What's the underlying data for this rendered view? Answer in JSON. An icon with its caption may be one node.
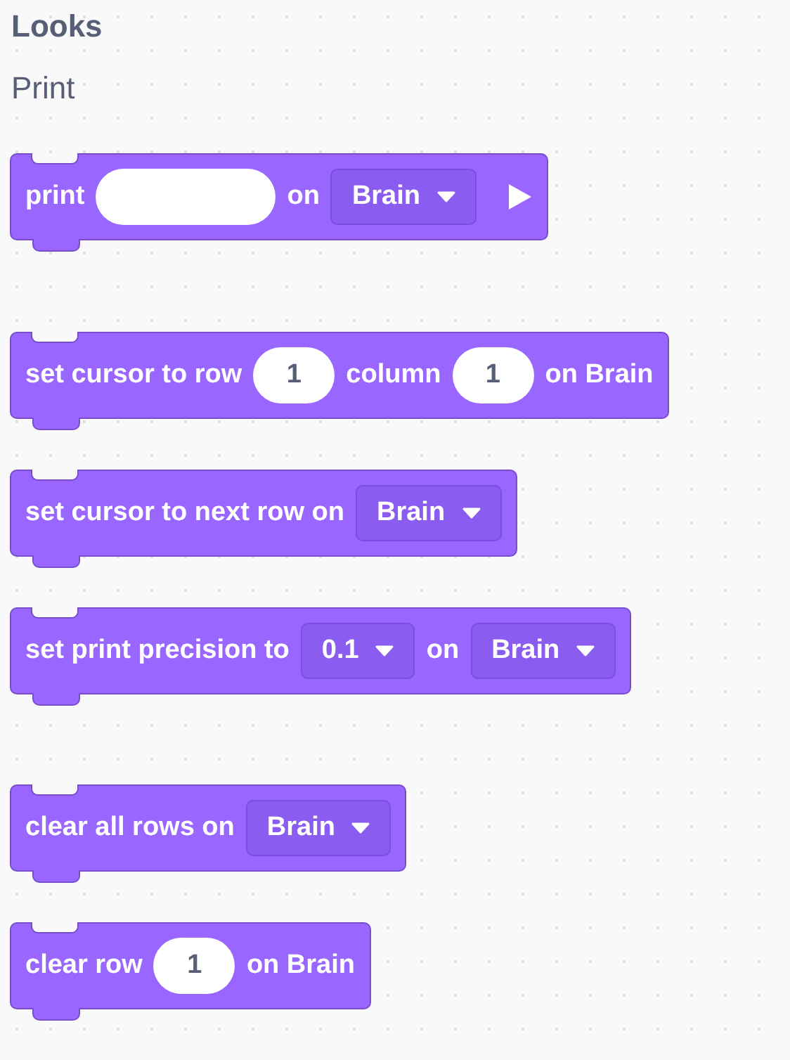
{
  "diagram": {
    "title": "Looks",
    "nodes": [
      {
        "text": [
          "print",
          "on"
        ]
      },
      {
        "text": [],
        "shape": "box",
        "in": 0
      },
      {
        "text": [
          "Brain"
        ],
        "in": 0
      },
      {
        "text": [
          "set cursor to row",
          "column",
          "on Brain"
        ]
      },
      {
        "text": [
          "1"
        ],
        "in": 3
      },
      {
        "text": [
          "1"
        ],
        "in": 3
      },
      {
        "text": [
          "set cursor to next row on"
        ]
      },
      {
        "text": [
          "Brain"
        ],
        "in": 6
      },
      {
        "text": [
          "set print precision to",
          "on"
        ]
      },
      {
        "text": [
          "0.1"
        ],
        "in": 8
      },
      {
        "text": [
          "Brain"
        ],
        "in": 8
      },
      {
        "text": [
          "clear all rows on"
        ]
      },
      {
        "text": [
          "Brain"
        ],
        "in": 11
      },
      {
        "text": [
          "clear row",
          "on Brain"
        ]
      },
      {
        "text": [
          "1"
        ],
        "in": 13
      }
    ],
    "labels": [
      "Print"
    ]
  }
}
